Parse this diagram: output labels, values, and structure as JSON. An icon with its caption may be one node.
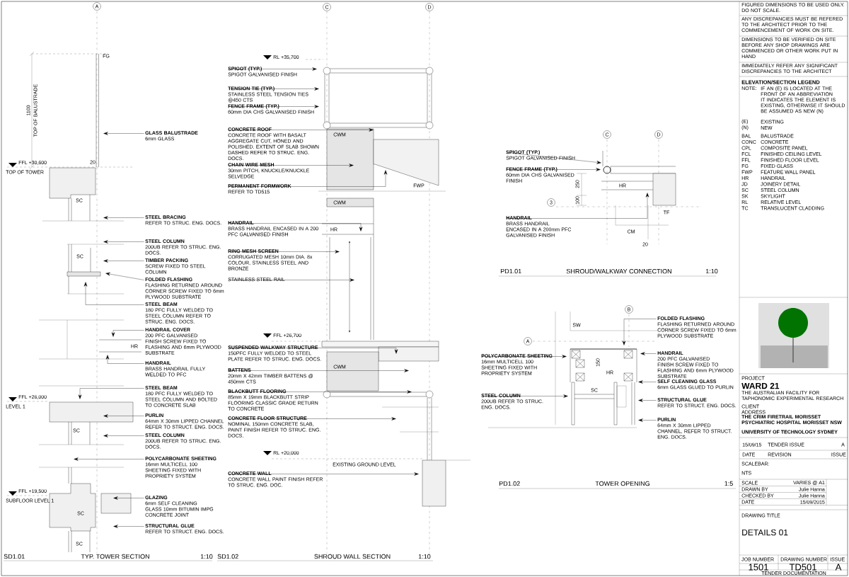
{
  "diagram": {
    "title": "DETAILS 01",
    "nodes": [
      {
        "text": [
          "GLASS BALUSTRADE",
          "6mm GLASS"
        ]
      },
      {
        "text": [
          "STEEL BRACING",
          "REFER TO STRUC. ENG. DOCS."
        ]
      },
      {
        "text": [
          "STEEL COLUMN",
          "200UB REFER TO STRUC. ENG. DOCS."
        ]
      },
      {
        "text": [
          "TIMBER PACKING",
          "SCREW FIXED TO STEEL COLUMN"
        ]
      },
      {
        "text": [
          "FOLDED FLASHING",
          "FLASHING RETURNED AROUND CORNER SCREW FIXED TO 6mm PLYWOOD SUBSTRATE"
        ]
      },
      {
        "text": [
          "STEEL BEAM",
          "180 PFC FULLY WELDED TO STEEL COLUMN REFER TO STRUC. ENG. DOCS."
        ]
      },
      {
        "text": [
          "HANDRAIL COVER",
          "200 PFC GALVANISED FINISH SCREW FIXED TO FLASHING AND 6mm PLYWOOD SUBSTRATE"
        ]
      },
      {
        "text": [
          "HANDRAIL",
          "BRASS HANDRAIL FULLY WELDED TO PFC"
        ]
      },
      {
        "text": [
          "STEEL BEAM",
          "180 PFC FULLY WELDED TO STEEL COLUMN AND BOLTED TO CONCRETE SLAB"
        ]
      },
      {
        "text": [
          "PURLIN",
          "64mm X 30mm LIPPED CHANNEL REFER TO STRUCT. ENG. DOCS."
        ]
      },
      {
        "text": [
          "STEEL COLUMN",
          "200UB REFER TO STRUC. ENG. DOCS."
        ]
      },
      {
        "text": [
          "POLYCARBONATE SHEETING",
          "16mm MULTICELL 100 SHEETING FIXED WITH PROPRIETY SYSTEM"
        ]
      },
      {
        "text": [
          "GLAZING",
          "6mm SELF CLEANING GLASS 10mm BITUMIN IMPG CONCRETE JOINT"
        ]
      },
      {
        "text": [
          "STRUCTURAL GLUE",
          "REFER TO STRUCT. ENG. DOCS."
        ]
      },
      {
        "text": [
          "SPIGOT (TYP.)",
          "SPIGOT GALVANISED FINISH"
        ]
      },
      {
        "text": [
          "TENSION TIE (TYP.)",
          "STAINLESS STEEL TENSION TIES @450 CTS"
        ]
      },
      {
        "text": [
          "FENCE FRAME (TYP.)",
          "60mm DIA CHS GALVANISED FINISH"
        ]
      },
      {
        "text": [
          "CONCRETE ROOF",
          "CONCRETE ROOF WITH BASALT AGGREGATE CUT, HONED AND POLISHED. EXTENT OF SLAB SHOWN DASHED REFER TO STRUC. ENG. DOCS."
        ]
      },
      {
        "text": [
          "CHAIN WIRE MESH",
          "30mm PITCH, KNUCKLE/KNUCKLE SELVEDGE"
        ]
      },
      {
        "text": [
          "PERMANENT FORMWORK",
          "REFER TO TD515"
        ]
      },
      {
        "text": [
          "HANDRAIL",
          "BRASS HANDRAIL ENCASED IN A 200 PFC GALVANISED FINISH"
        ]
      },
      {
        "text": [
          "RING MESH SCREEN",
          "CORRUGATED MESH 10mm DIA. 8x COLOUR, STAINLESS STEEL AND BRONZE"
        ]
      },
      {
        "text": [
          "STAINLESS STEEL RAIL"
        ]
      },
      {
        "text": [
          "SUSPENDED WALKWAY STRUCTURE",
          "150PFC FULLY WELDED TO STEEL PLATE REFER TO STRUC. ENG. DOCS."
        ]
      },
      {
        "text": [
          "BATTENS",
          "20mm X 42mm TIMBER BATTENS @ 450mm CTS"
        ]
      },
      {
        "text": [
          "BLACKBUTT FLOORING",
          "85mm X 19mm BLACKBUTT STRIP FLOORING CLASSIC GRADE RETURN TO CONCRETE"
        ]
      },
      {
        "text": [
          "CONCRETE FLOOR STRUCTURE",
          "NOMINAL 150mm CONCRETE SLAB, PAINT FINISH REFER TO STRUC. ENG. DOCS."
        ]
      },
      {
        "text": [
          "CONCRETE WALL",
          "CONCRETE WALL PAINT FINISH REFER TO STRUC. ENG. DOC."
        ]
      },
      {
        "text": [
          "SPIGOT (TYP.)",
          "SPIGOT GALVANISED FINISH"
        ]
      },
      {
        "text": [
          "FENCE FRAME (TYP.)",
          "60mm DIA CHS GALVANISED FINISH"
        ]
      },
      {
        "text": [
          "HANDRAIL",
          "BRASS HANDRAIL ENCASED IN A 200mm PFC GALVANISED FINISH"
        ]
      },
      {
        "text": [
          "FOLDED FLASHING",
          "FLASHING RETURNED AROUND CORNER SCREW FIXED TO 6mm PLYWOOD SUBSTRATE"
        ]
      },
      {
        "text": [
          "POLYCARBONATE SHEETING",
          "16mm MULTICELL 100 SHEETING FIXED WITH PROPRIETY SYSTEM"
        ]
      },
      {
        "text": [
          "HANDRAIL",
          "200 PFC GALVANISED FINISH SCREW FIXED TO FLASHING AND 6mm PLYWOOD SUBSTRATE"
        ]
      },
      {
        "text": [
          "STEEL COLUMN",
          "200UB REFER TO STRUC. ENG. DOCS."
        ]
      },
      {
        "text": [
          "SELF CLEANING GLASS",
          "6mm GLASS GLUED TO PURLIN"
        ]
      },
      {
        "text": [
          "STRUCTURAL GLUE",
          "REFER TO STRUCT. ENG. DOCS."
        ]
      },
      {
        "text": [
          "PURLIN",
          "64mm X 30mm LIPPED CHANNEL, REFER TO STRUCT. ENG. DOCS."
        ]
      }
    ],
    "edges": [
      {
        "from": 0,
        "to": null,
        "arrow": "to"
      },
      {
        "from": 1,
        "to": null,
        "arrow": "to"
      },
      {
        "from": 2,
        "to": null,
        "arrow": "to"
      },
      {
        "from": 3,
        "to": null,
        "arrow": "to"
      },
      {
        "from": 4,
        "to": null,
        "arrow": "to"
      },
      {
        "from": 5,
        "to": null,
        "arrow": "to"
      },
      {
        "from": 6,
        "to": null,
        "arrow": "to"
      },
      {
        "from": 7,
        "to": null,
        "arrow": "to"
      },
      {
        "from": 8,
        "to": null,
        "arrow": "to"
      },
      {
        "from": 9,
        "to": null,
        "arrow": "to"
      },
      {
        "from": 10,
        "to": null,
        "arrow": "to"
      },
      {
        "from": 11,
        "to": null,
        "arrow": "to"
      },
      {
        "from": 12,
        "to": null,
        "arrow": "to"
      },
      {
        "from": 13,
        "to": null,
        "arrow": "to"
      },
      {
        "from": 14,
        "to": null,
        "arrow": "to"
      },
      {
        "from": 15,
        "to": null,
        "arrow": "to"
      },
      {
        "from": 16,
        "to": null,
        "arrow": "to"
      },
      {
        "from": 17,
        "to": null,
        "arrow": "to"
      },
      {
        "from": 18,
        "to": null,
        "arrow": "to"
      },
      {
        "from": 19,
        "to": null,
        "arrow": "to"
      },
      {
        "from": 20,
        "to": null,
        "arrow": "to"
      },
      {
        "from": 21,
        "to": null,
        "arrow": "to"
      },
      {
        "from": 22,
        "to": null,
        "arrow": "to"
      },
      {
        "from": 23,
        "to": null,
        "arrow": "to"
      },
      {
        "from": 24,
        "to": null,
        "arrow": "to"
      },
      {
        "from": 25,
        "to": null,
        "arrow": "to"
      },
      {
        "from": 26,
        "to": null,
        "arrow": "to"
      },
      {
        "from": 27,
        "to": null,
        "arrow": "to"
      },
      {
        "from": 28,
        "to": null,
        "arrow": "to"
      },
      {
        "from": 29,
        "to": null,
        "arrow": "to"
      },
      {
        "from": 30,
        "to": null,
        "arrow": "to"
      },
      {
        "from": 31,
        "to": null,
        "arrow": "to"
      },
      {
        "from": 32,
        "to": null,
        "arrow": "to"
      },
      {
        "from": 33,
        "to": null,
        "arrow": "to"
      },
      {
        "from": 34,
        "to": null,
        "arrow": "to"
      },
      {
        "from": 35,
        "to": null,
        "arrow": "to"
      },
      {
        "from": 36,
        "to": null,
        "arrow": "to"
      },
      {
        "from": 37,
        "to": null,
        "arrow": "to"
      }
    ],
    "labels": [
      "A",
      "FG",
      "1100",
      "TOP OF BALUSTRADE",
      "FFL +30,600",
      "TOP OF TOWER",
      "20",
      "SC",
      "SC",
      "HR",
      "FFL +26,000",
      "LEVEL 1",
      "SC",
      "FFL +19,500",
      "SUBFLOOR LEVEL 1",
      "SC",
      "SC",
      "SD1.01",
      "TYP. TOWER SECTION",
      "1:10",
      "C",
      "D",
      "RL +35,700",
      "CWM",
      "FWP",
      "CWM",
      "HR",
      "FFL +26,700",
      "CWM",
      "RL +20,000",
      "EXISTING GROUND LEVEL",
      "SD1.02",
      "SHROUD WALL SECTION",
      "1:10",
      "C",
      "D",
      "3",
      "250",
      "HR",
      "100",
      "CM",
      "TF",
      "20",
      "PD1.01",
      "SHROUD/WALKWAY CONNECTION",
      "1:10",
      "B",
      "A",
      "SW",
      "HR",
      "150",
      "SC",
      "PD1.02",
      "TOWER OPENING",
      "1:5",
      "FIGURED DIMENSIONS TO BE USED ONLY. DO NOT SCALE.",
      "ANY DISCREPANCIES MUST BE REFERED TO THE ARCHITECT PRIOR TO THE COMMENCEMENT OF WORK ON SITE.",
      "DIMENSIONS TO BE VERIFIED ON SITE BEFORE ANY SHOP DRAWINGS ARE COMMENCED OR OTHER WORK PUT IN HAND",
      "IMMEDIATELY REFER ANY SIGNIFICANT DISCREPANCIES TO THE ARCHITECT",
      "ELEVATION/SECTION LEGEND",
      "NOTE:",
      "IF AN (E) IS LOCATED AT THE FRONT OF AN ABBREVIATION IT INDICATES THE ELEMENT IS EXISTING, OTHERWISE IT SHOULD BE ASSUMED AS NEW (N)",
      "(E)",
      "EXISTING",
      "(N)",
      "NEW",
      "BAL",
      "BALUSTRADE",
      "CONC",
      "CONCRETE",
      "CPL",
      "COMPOSITE PANEL",
      "FCL",
      "FINISHED CEILING LEVEL",
      "FFL",
      "FINISHED FLOOR LEVEL",
      "FG",
      "FIXED GLASS",
      "FWP",
      "FEATURE WALL PANEL",
      "HR",
      "HANDRAIL",
      "JD",
      "JOINERY DETAIL",
      "SC",
      "STEEL COLUMN",
      "SK",
      "SKYLIGHT",
      "RL",
      "RELATIVE LEVEL",
      "TC",
      "TRANSLUCENT CLADDING",
      "PROJECT",
      "WARD 21",
      "THE AUSTRALIAN FACILITY FOR TAPHONOMIC EXPERIMENTAL RESEARCH",
      "CLIENT",
      "ADDRESS",
      "THE CRIM FIRETRAIL MORISSET PSYCHIATRIC HOSPITAL MORISSET NSW",
      "UNIVERSITY OF TECHNOLOGY SYDNEY",
      "15/09/15",
      "TENDER ISSUE",
      "A",
      "DATE",
      "REVISION",
      "ISSUE",
      "SCALEBAR:",
      "NTS",
      "SCALE",
      "VARIES @ A1",
      "DRAWN BY",
      "Julie Hanna",
      "CHECKED BY",
      "Julie Hanna",
      "DATE",
      "15/09/2015",
      "DRAWING TITLE",
      "JOB NUMBER",
      "DRAWING NUMBER",
      "ISSUE",
      "1501",
      "TD501",
      "A",
      "TENDER DOCUMENTATION"
    ]
  }
}
